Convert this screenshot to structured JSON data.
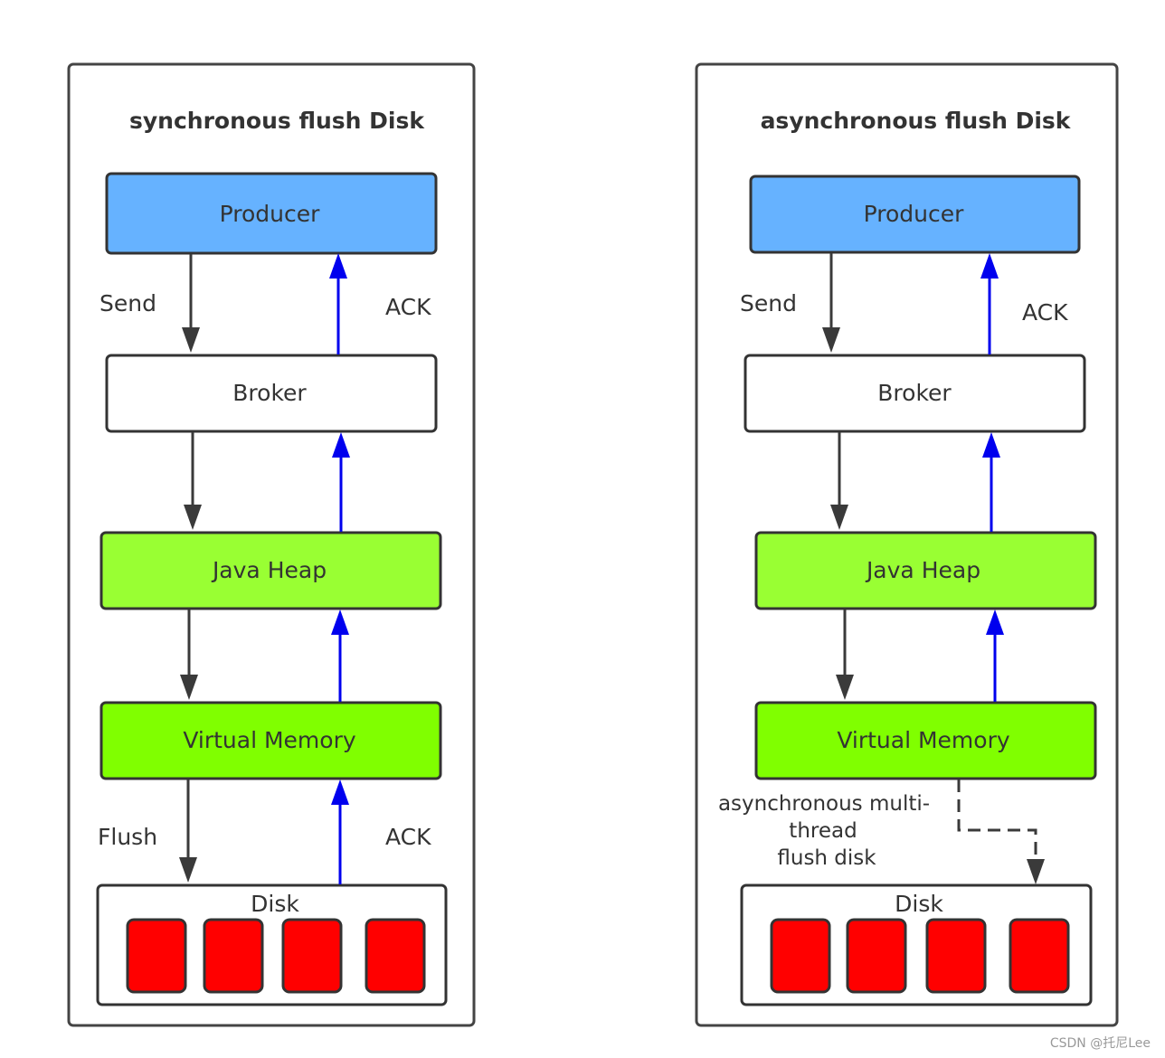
{
  "colors": {
    "producer": "#66b2ff",
    "broker": "#ffffff",
    "java_heap": "#99ff33",
    "virtual_memory": "#80ff00",
    "disk": "#ffffff",
    "disk_block": "#ff0000",
    "down_arrow": "#3a3a3a",
    "ack_arrow": "#0000ee"
  },
  "sync": {
    "title": "synchronous flush Disk",
    "producer": "Producer",
    "broker": "Broker",
    "java_heap": "Java Heap",
    "virtual_memory": "Virtual Memory",
    "disk": "Disk",
    "send_label": "Send",
    "ack_label_top": "ACK",
    "flush_label": "Flush",
    "ack_label_bottom": "ACK"
  },
  "async": {
    "title": "asynchronous flush Disk",
    "producer": "Producer",
    "broker": "Broker",
    "java_heap": "Java Heap",
    "virtual_memory": "Virtual Memory",
    "disk": "Disk",
    "send_label": "Send",
    "ack_label_top": "ACK",
    "async_note": [
      "asynchronous multi-",
      "thread",
      "flush disk"
    ]
  },
  "watermark": "CSDN @托尼Lee"
}
